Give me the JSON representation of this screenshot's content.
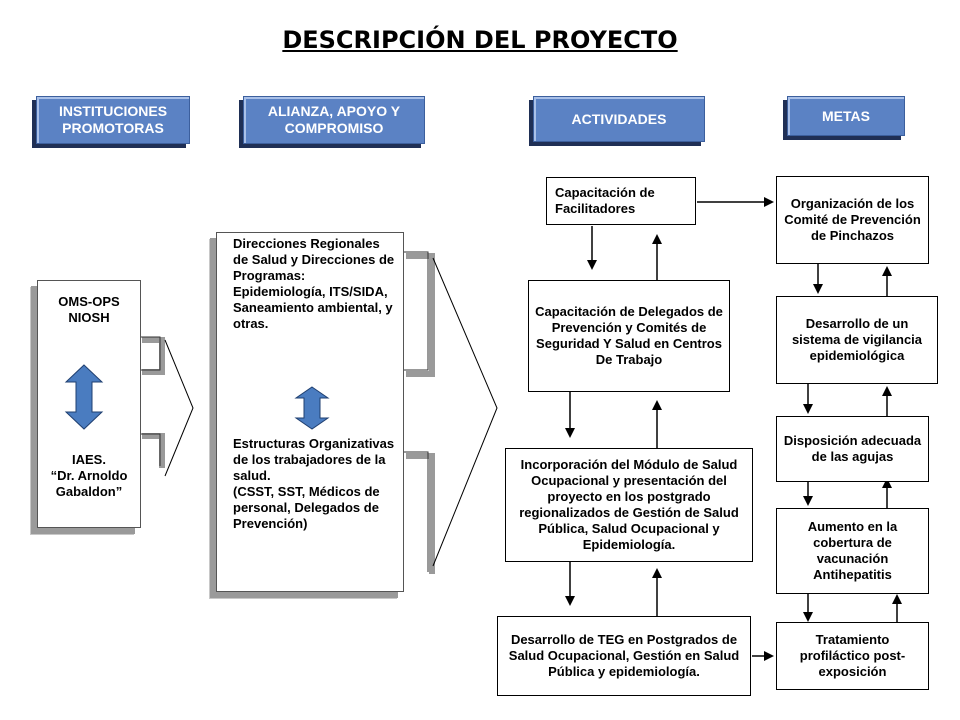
{
  "title": "DESCRIPCIÓN DEL PROYECTO",
  "headers": {
    "instituciones": "INSTITUCIONES PROMOTORAS",
    "alianza": "ALIANZA, APOYO Y COMPROMISO",
    "actividades": "ACTIVIDADES",
    "metas": "METAS"
  },
  "instituciones": {
    "top": "OMS-OPS\nNIOSH",
    "bottom": "IAES.\n“Dr. Arnoldo\nGabaldon”"
  },
  "alianza": {
    "top": "Direcciones Regionales de Salud y Direcciones de Programas: Epidemiología, ITS/SIDA, Saneamiento ambiental, y otras.",
    "bottom": "Estructuras Organizativas de los trabajadores de la salud.\n(CSST, SST, Médicos de personal, Delegados de Prevención)"
  },
  "actividades": [
    "Capacitación de Facilitadores",
    "Capacitación de Delegados de Prevención y Comités de Seguridad Y Salud en Centros De Trabajo",
    "Incorporación del Módulo de Salud Ocupacional y presentación del proyecto en los postgrado regionalizados de Gestión de Salud Pública, Salud Ocupacional y Epidemiología.",
    "Desarrollo de TEG en Postgrados de Salud Ocupacional, Gestión en Salud Pública y epidemiología."
  ],
  "metas": [
    "Organización de los Comité de Prevención de Pinchazos",
    "Desarrollo de un sistema de vigilancia epidemiológica",
    "Disposición adecuada de las agujas",
    "Aumento en la cobertura de vacunación Antihepatitis",
    "Tratamiento profiláctico post-exposición"
  ],
  "colors": {
    "header_fill": "#5b82c4",
    "double_arrow": "#4a7cc0"
  }
}
